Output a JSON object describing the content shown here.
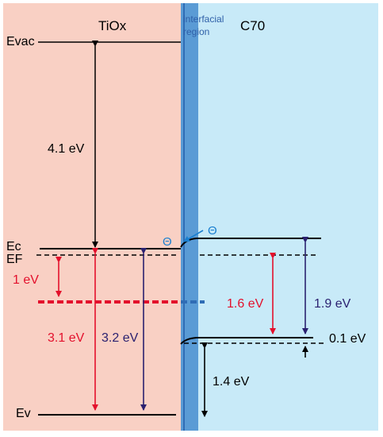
{
  "colors": {
    "tiox_region": "#f9d0c4",
    "interface_region": "#5a9bd5",
    "interface_edge": "#2f6cb5",
    "c70_region": "#c8eaf8",
    "black": "#000000",
    "red": "#e3102c",
    "navy": "#2b2170",
    "interface_text": "#2e5fa8",
    "electron": "#1a7fd0"
  },
  "labels": {
    "tiox": "TiOx",
    "interfacial_line1": "interfacial",
    "interfacial_line2": "region",
    "c70": "C70",
    "evac": "Evac",
    "ec": "Ec",
    "ef": "EF",
    "ev": "Ev",
    "gap_4_1": "4.1 eV",
    "gap_1": "1 eV",
    "gap_3_1": "3.1 eV",
    "gap_3_2": "3.2 eV",
    "gap_1_6": "1.6 eV",
    "gap_1_9": "1.9 eV",
    "gap_0_1": "0.1 eV",
    "gap_1_4": "1.4 eV",
    "electron_symbol": "Θ"
  }
}
